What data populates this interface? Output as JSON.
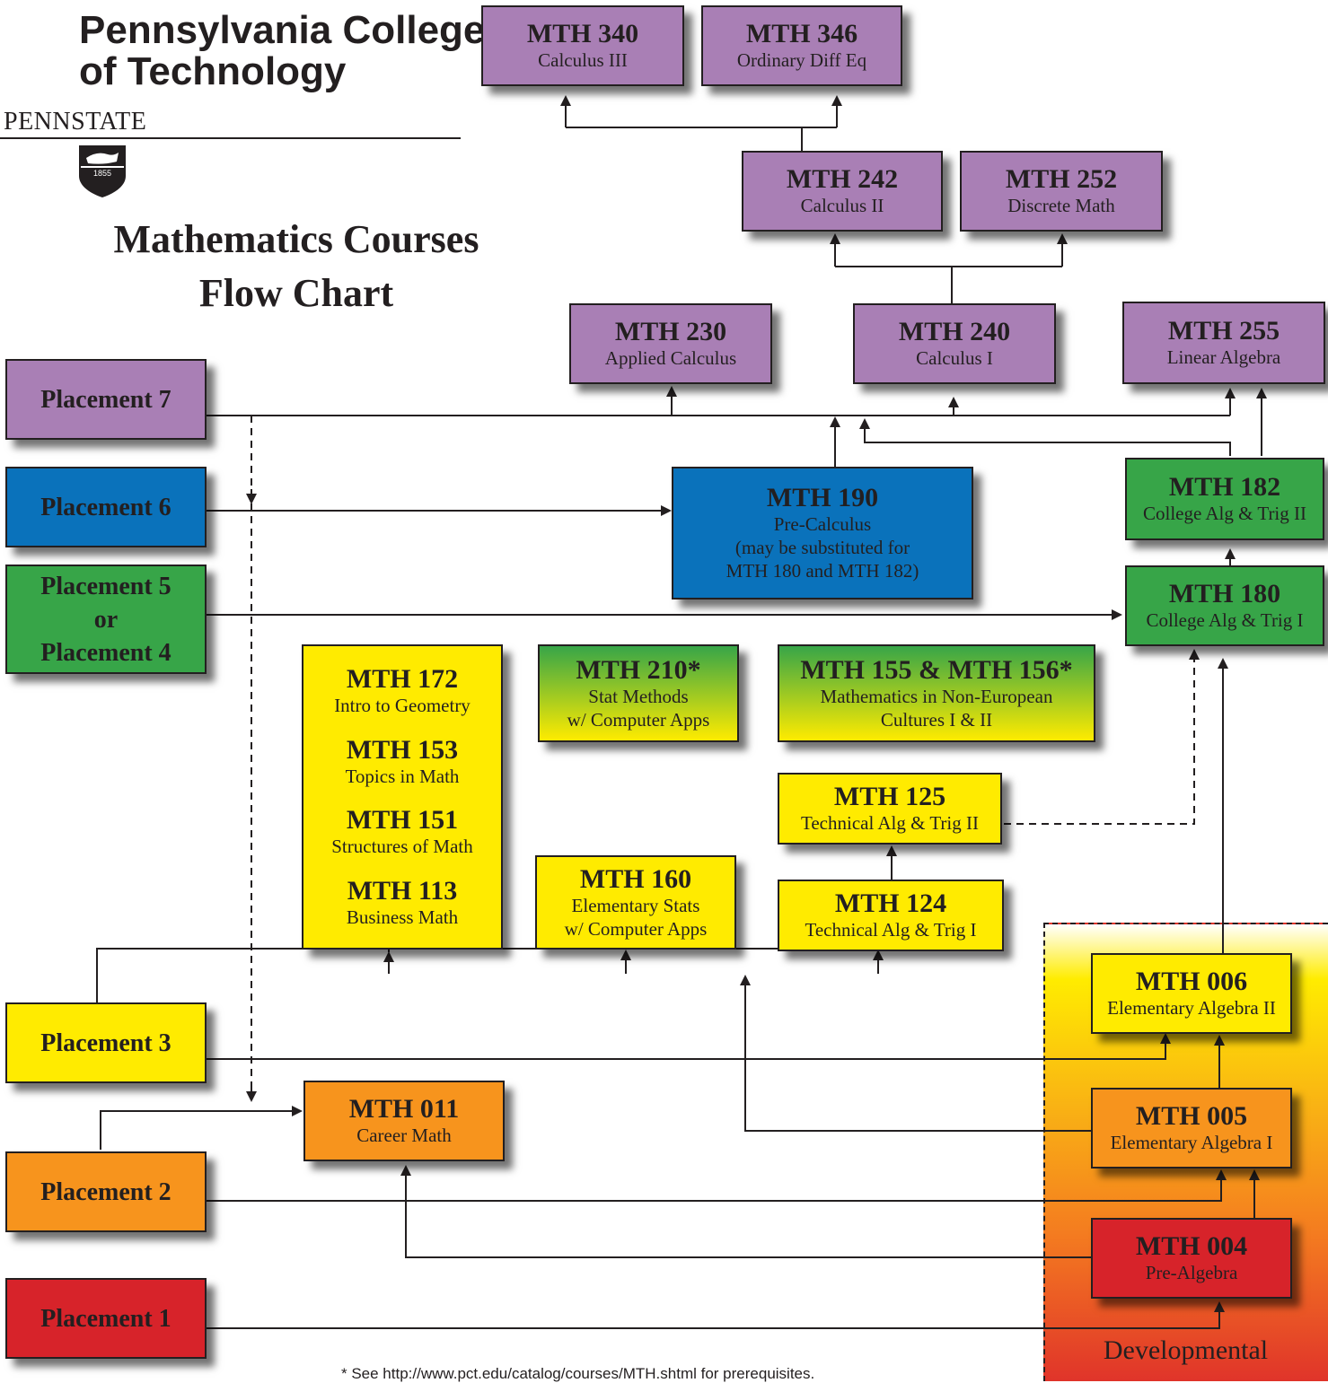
{
  "header": {
    "college_line1": "Pennsylvania College",
    "college_line2": "of Technology",
    "pennstate": "PENNSTATE",
    "shield_year": "1855",
    "title_line1": "Mathematics Courses",
    "title_line2": "Flow Chart"
  },
  "placements": {
    "p7": "Placement 7",
    "p6": "Placement 6",
    "p5_line1": "Placement 5",
    "p5_line2": "or",
    "p5_line3": "Placement 4",
    "p3": "Placement 3",
    "p2": "Placement 2",
    "p1": "Placement 1"
  },
  "courses": {
    "mth340": {
      "code": "MTH 340",
      "name": "Calculus III"
    },
    "mth346": {
      "code": "MTH 346",
      "name": "Ordinary Diff Eq"
    },
    "mth242": {
      "code": "MTH 242",
      "name": "Calculus II"
    },
    "mth252": {
      "code": "MTH 252",
      "name": "Discrete Math"
    },
    "mth230": {
      "code": "MTH 230",
      "name": "Applied Calculus"
    },
    "mth240": {
      "code": "MTH 240",
      "name": "Calculus I"
    },
    "mth255": {
      "code": "MTH 255",
      "name": "Linear Algebra"
    },
    "mth190": {
      "code": "MTH 190",
      "name": "Pre-Calculus",
      "note1": "(may be substituted for",
      "note2": "MTH 180 and MTH 182)"
    },
    "mth182": {
      "code": "MTH 182",
      "name": "College Alg & Trig II"
    },
    "mth180": {
      "code": "MTH 180",
      "name": "College Alg & Trig I"
    },
    "mth172": {
      "code": "MTH 172",
      "name": "Intro to Geometry"
    },
    "mth153": {
      "code": "MTH 153",
      "name": "Topics in Math"
    },
    "mth151": {
      "code": "MTH 151",
      "name": "Structures of Math"
    },
    "mth113": {
      "code": "MTH 113",
      "name": "Business Math"
    },
    "mth210": {
      "code": "MTH 210*",
      "name1": "Stat Methods",
      "name2": "w/ Computer Apps"
    },
    "mth155": {
      "code": "MTH 155 & MTH 156*",
      "name1": "Mathematics in Non-European",
      "name2": "Cultures I & II"
    },
    "mth125": {
      "code": "MTH 125",
      "name": "Technical Alg & Trig II"
    },
    "mth124": {
      "code": "MTH 124",
      "name": "Technical Alg & Trig I"
    },
    "mth160": {
      "code": "MTH 160",
      "name1": "Elementary Stats",
      "name2": "w/ Computer Apps"
    },
    "mth006": {
      "code": "MTH 006",
      "name": "Elementary Algebra II"
    },
    "mth005": {
      "code": "MTH 005",
      "name": "Elementary Algebra I"
    },
    "mth004": {
      "code": "MTH 004",
      "name": "Pre-Algebra"
    },
    "mth011": {
      "code": "MTH 011",
      "name": "Career Math"
    }
  },
  "developmental_label": "Developmental",
  "footnote": "* See http://www.pct.edu/catalog/courses/MTH.shtml for prerequisites.",
  "colors": {
    "purple": "#a97fb5",
    "blue": "#0a72bb",
    "green": "#37a548",
    "yellow": "#ffeb00",
    "orange": "#f7941d",
    "red": "#d7232a",
    "line": "#231f20"
  }
}
